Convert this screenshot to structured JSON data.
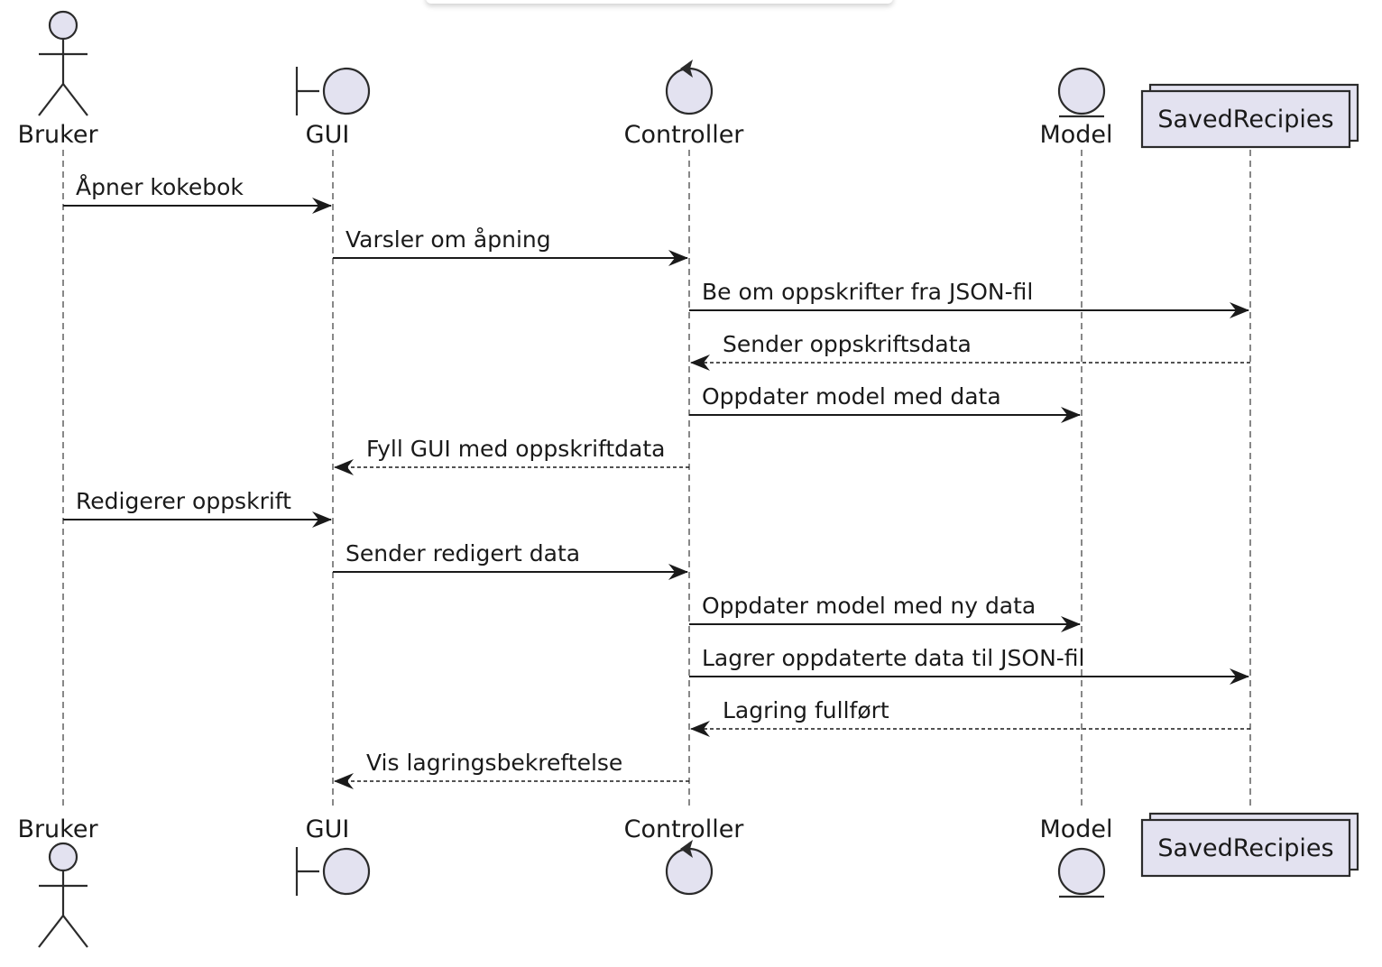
{
  "participants": [
    {
      "id": "bruker",
      "name": "Bruker",
      "kind": "actor"
    },
    {
      "id": "gui",
      "name": "GUI",
      "kind": "boundary"
    },
    {
      "id": "controller",
      "name": "Controller",
      "kind": "control"
    },
    {
      "id": "model",
      "name": "Model",
      "kind": "entity"
    },
    {
      "id": "savedrecipies",
      "name": "SavedRecipies",
      "kind": "collections"
    }
  ],
  "messages": [
    {
      "from": "bruker",
      "to": "gui",
      "label": "Åpner kokebok",
      "style": "solid"
    },
    {
      "from": "gui",
      "to": "controller",
      "label": "Varsler om åpning",
      "style": "solid"
    },
    {
      "from": "controller",
      "to": "savedrecipies",
      "label": "Be om oppskrifter fra JSON-fil",
      "style": "solid"
    },
    {
      "from": "savedrecipies",
      "to": "controller",
      "label": "Sender oppskriftsdata",
      "style": "dashed"
    },
    {
      "from": "controller",
      "to": "model",
      "label": "Oppdater model med data",
      "style": "solid"
    },
    {
      "from": "controller",
      "to": "gui",
      "label": "Fyll GUI med oppskriftdata",
      "style": "dashed"
    },
    {
      "from": "bruker",
      "to": "gui",
      "label": "Redigerer oppskrift",
      "style": "solid"
    },
    {
      "from": "gui",
      "to": "controller",
      "label": "Sender redigert data",
      "style": "solid"
    },
    {
      "from": "controller",
      "to": "model",
      "label": "Oppdater model med ny data",
      "style": "solid"
    },
    {
      "from": "controller",
      "to": "savedrecipies",
      "label": "Lagrer oppdaterte data til JSON-fil",
      "style": "solid"
    },
    {
      "from": "savedrecipies",
      "to": "controller",
      "label": "Lagring fullført",
      "style": "dashed"
    },
    {
      "from": "controller",
      "to": "gui",
      "label": "Vis lagringsbekreftelse",
      "style": "dashed"
    }
  ],
  "colors": {
    "participant_fill": "#e3e2f0",
    "stroke": "#2b2b2b",
    "text": "#1a1a1a"
  }
}
